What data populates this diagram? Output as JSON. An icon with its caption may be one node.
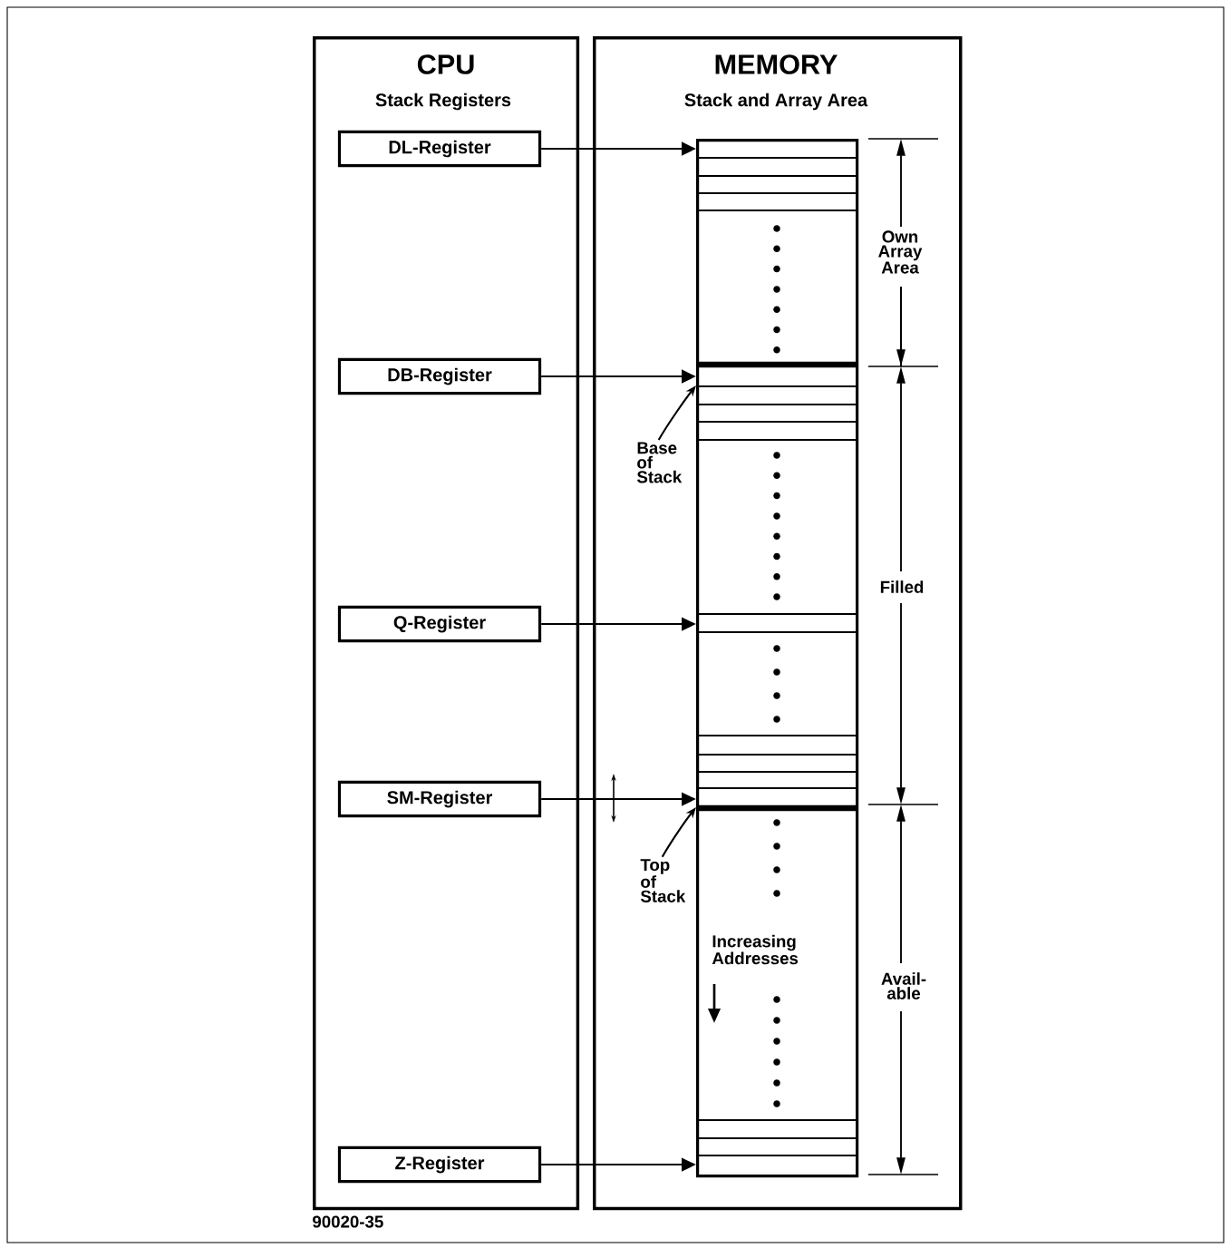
{
  "diagram": {
    "nodes": [
      {
        "text": [
          "CPU",
          "Stack Registers"
        ]
      },
      {
        "text": [
          "MEMORY",
          "Stack and Array Area"
        ]
      },
      {
        "text": [
          "DL-Register"
        ],
        "in": 0
      },
      {
        "text": [
          "DB-Register"
        ],
        "in": 0
      },
      {
        "text": [
          "Q-Register"
        ],
        "in": 0
      },
      {
        "text": [
          "SM-Register"
        ],
        "in": 0
      },
      {
        "text": [
          "Z-Register"
        ],
        "in": 0
      },
      {
        "text": [],
        "shape": "box",
        "in": 1
      },
      {
        "text": [
          "Base of Stack"
        ],
        "in": 1
      },
      {
        "text": [
          "Top of Stack"
        ],
        "in": 1
      }
    ],
    "edges": [
      {
        "from": 2,
        "to": 7,
        "arrow": "to"
      },
      {
        "from": 3,
        "to": 7,
        "arrow": "to"
      },
      {
        "from": 4,
        "to": 7,
        "arrow": "to"
      },
      {
        "from": 5,
        "to": 7,
        "arrow": "to"
      },
      {
        "from": 6,
        "to": 7,
        "arrow": "to"
      },
      {
        "from": 8,
        "to": 7,
        "arrow": "to"
      },
      {
        "from": 9,
        "to": 7,
        "arrow": "to"
      }
    ],
    "labels": [
      "Own Array Area",
      "Filled",
      "Avail- able",
      "Increasing Addresses",
      "90020-35"
    ]
  }
}
